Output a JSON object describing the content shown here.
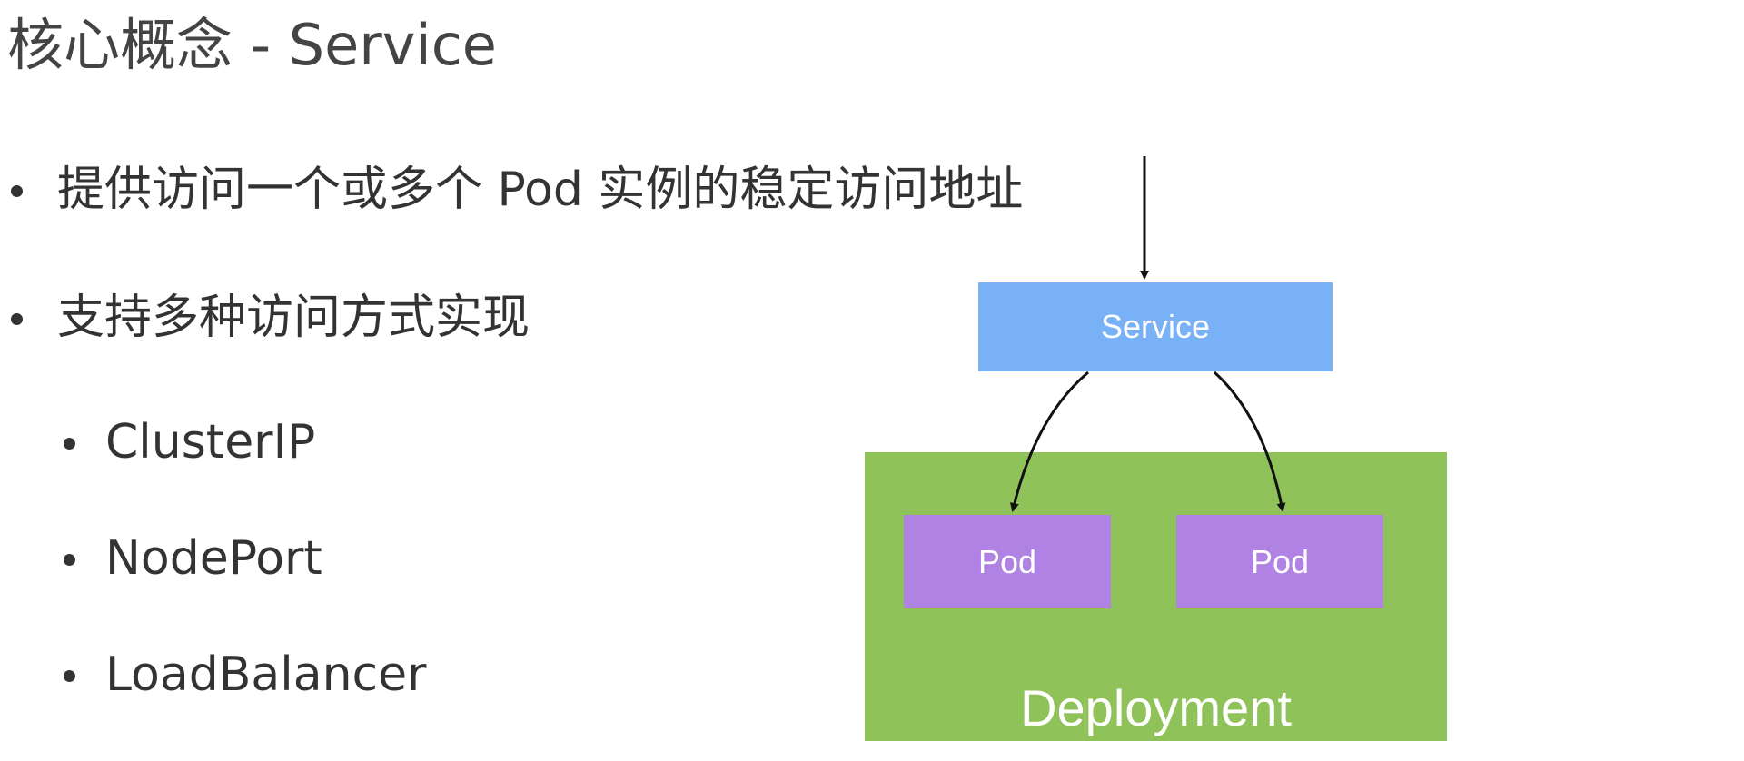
{
  "title": "核心概念 - Service",
  "bullets": [
    "提供访问一个或多个 Pod 实例的稳定访问地址",
    "支持多种访问方式实现"
  ],
  "sub_bullets": [
    "ClusterIP",
    "NodePort",
    "LoadBalancer"
  ],
  "diagram": {
    "service_label": "Service",
    "pod_labels": [
      "Pod",
      "Pod"
    ],
    "deployment_label": "Deployment"
  },
  "colors": {
    "service": "#79b1f6",
    "pod": "#b082e4",
    "deployment": "#8fc35a",
    "arrow": "#111111"
  }
}
